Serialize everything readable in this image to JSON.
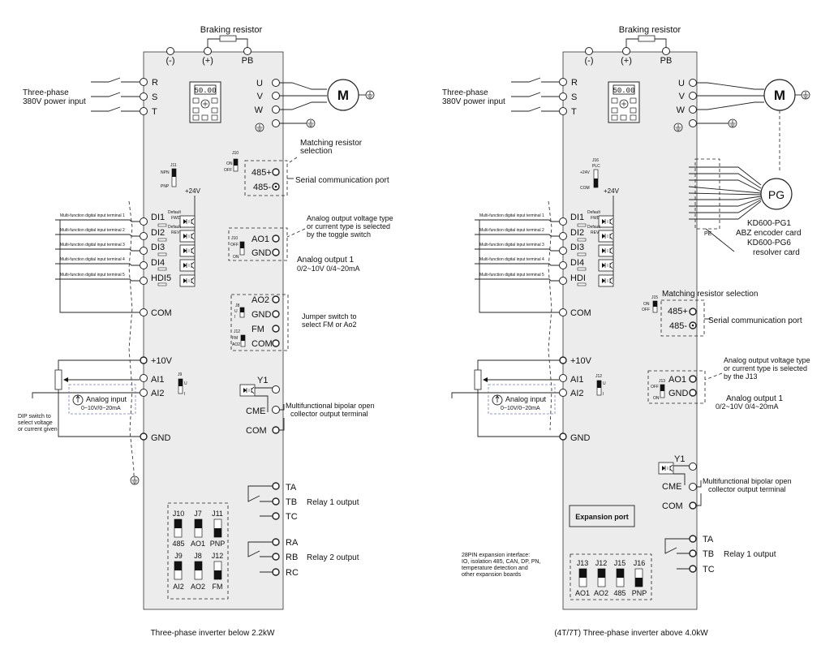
{
  "left": {
    "braking_resistor": "Braking resistor",
    "bus": [
      "(-)",
      "(+)",
      "PB"
    ],
    "power_terminals": [
      "R",
      "S",
      "T"
    ],
    "power_input": [
      "Three-phase",
      "380V power input"
    ],
    "output_terminals": [
      "U",
      "V",
      "W"
    ],
    "motor": "M",
    "display_value": "50.00",
    "matching_resistor": [
      "Matching resistor",
      "selection"
    ],
    "j10_switch": [
      "J10",
      "ON",
      "OFF"
    ],
    "serial_terminals": [
      "485+",
      "485-"
    ],
    "serial_label": "Serial communication port",
    "j11_switch": [
      "J11",
      "NPN",
      "PNP"
    ],
    "plus24v": "+24V",
    "di_labels": [
      "Multi-function digital input terminal 1",
      "Multi-function digital input terminal 2",
      "Multi-function digital input terminal 3",
      "Multi-function digital input terminal 4",
      "Multi-function digital input terminal 5"
    ],
    "di_terminals": [
      "DI1",
      "DI2",
      "DI3",
      "DI4",
      "HDI5"
    ],
    "default_fwd": [
      "Default",
      "FWD"
    ],
    "default_rev": [
      "Default",
      "REV"
    ],
    "ao_note": [
      "Analog output voltage type",
      "or current type is selected",
      "by the toggle switch"
    ],
    "ao1_terminals": [
      "AO1",
      "GND"
    ],
    "j10b_switch": [
      "J10",
      "OFF",
      "ON"
    ],
    "analog_output": [
      "Analog output 1",
      "0/2~10V  0/4~20mA"
    ],
    "com": "COM",
    "ao2_terminals": [
      "AO2",
      "GND",
      "FM",
      "COM"
    ],
    "j8_switch": [
      "J8",
      "U",
      "I"
    ],
    "j12_switch": [
      "J12",
      "FM",
      "AO2"
    ],
    "jumper_note": [
      "Jumper switch to",
      "select FM or Ao2"
    ],
    "analog_terminals": [
      "+10V",
      "AI1",
      "AI2"
    ],
    "j9_switch": [
      "J9",
      "U",
      "I"
    ],
    "analog_input": [
      "Analog input",
      "0~10V/0~20mA"
    ],
    "dip_note": [
      "DIP switch to",
      "select voltage",
      "or current given"
    ],
    "gnd": "GND",
    "y1": "Y1",
    "cme": "CME",
    "com2": "COM",
    "mf_output": [
      "Multifunctional bipolar open",
      "collector output terminal"
    ],
    "relay1_terminals": [
      "TA",
      "TB",
      "TC"
    ],
    "relay1_label": "Relay 1 output",
    "relay2_terminals": [
      "RA",
      "RB",
      "RC"
    ],
    "relay2_label": "Relay 2 output",
    "switch_table_top": [
      "J10",
      "J7",
      "J11"
    ],
    "switch_table_top_labels": [
      "485",
      "AO1",
      "PNP"
    ],
    "switch_table_bottom": [
      "J9",
      "J8",
      "J12"
    ],
    "switch_table_bottom_labels": [
      "AI2",
      "AO2",
      "FM"
    ],
    "caption": "Three-phase inverter below 2.2kW"
  },
  "right": {
    "braking_resistor": "Braking resistor",
    "bus": [
      "(-)",
      "(+)",
      "PB"
    ],
    "power_terminals": [
      "R",
      "S",
      "T"
    ],
    "power_input": [
      "Three-phase",
      "380V power input"
    ],
    "output_terminals": [
      "U",
      "V",
      "W"
    ],
    "motor": "M",
    "display_value": "50.00",
    "pg": "PG",
    "pe": "PE",
    "encoder_card": [
      "KD600-PG1",
      "ABZ encoder card",
      "KD600-PG6",
      "resolver card"
    ],
    "j16_switch": [
      "J16",
      "PLC",
      "+24V",
      "COM"
    ],
    "plus24v": "+24V",
    "di_labels": [
      "Multi-function digital input terminal 1",
      "Multi-function digital input terminal 2",
      "Multi-function digital input terminal 3",
      "Multi-function digital input terminal 4",
      "Multi-function digital input terminal 5"
    ],
    "di_terminals": [
      "DI1",
      "DI2",
      "DI3",
      "DI4",
      "HDI"
    ],
    "default_fwd": [
      "Default",
      "FWD"
    ],
    "default_rev": [
      "Default",
      "REV"
    ],
    "matching_resistor": "Matching resistor selection",
    "j15_switch": [
      "J15",
      "ON",
      "OFF"
    ],
    "serial_terminals": [
      "485+",
      "485-"
    ],
    "serial_label": "Serial communication port",
    "com": "COM",
    "analog_terminals": [
      "+10V",
      "AI1",
      "AI2"
    ],
    "j12_switch": [
      "J12",
      "U",
      "I"
    ],
    "analog_input": [
      "Analog input",
      "0~10V/0~20mA"
    ],
    "ao_note": [
      "Analog output voltage type",
      "or current type is selected",
      "by the J13"
    ],
    "ao1_terminals": [
      "AO1",
      "GND"
    ],
    "j13_switch": [
      "J13",
      "OFF",
      "ON"
    ],
    "analog_output": [
      "Analog output 1",
      "0/2~10V  0/4~20mA"
    ],
    "gnd": "GND",
    "y1": "Y1",
    "cme": "CME",
    "com2": "COM",
    "mf_output": [
      "Multifunctional bipolar open",
      "collector output terminal"
    ],
    "expansion_port": "Expansion port",
    "relay1_terminals": [
      "TA",
      "TB",
      "TC"
    ],
    "relay1_label": "Relay 1 output",
    "expansion_note": [
      "28PIN expansion interface:",
      "IO, isolation 485, CAN, DP, PN,",
      "temperature detection and",
      "other expansion boards"
    ],
    "switch_table": [
      "J13",
      "J12",
      "J15",
      "J16"
    ],
    "switch_table_labels": [
      "AO1",
      "AO2",
      "485",
      "PNP"
    ],
    "caption": "(4T/7T) Three-phase inverter above 4.0kW"
  }
}
